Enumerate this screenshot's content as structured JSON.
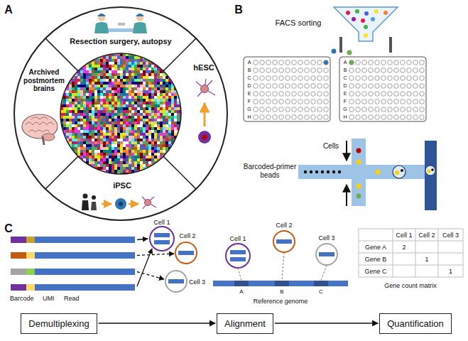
{
  "diagram": {
    "nodes": [
      {
        "text": [
          "Demultiplexing"
        ]
      },
      {
        "text": [
          "Alignment"
        ]
      },
      {
        "text": [
          "Quantification"
        ]
      }
    ],
    "edges": [
      {
        "from": 0,
        "to": 1,
        "arrow": "to"
      },
      {
        "from": 1,
        "to": 2,
        "arrow": "to"
      }
    ],
    "labels": [
      "A",
      "B",
      "C",
      "Resection surgery, autopsy",
      "hESC",
      "iPSC",
      "Archived postmortem brains",
      "FACS sorting",
      "A",
      "B",
      "C",
      "D",
      "E",
      "F",
      "G",
      "H",
      "A",
      "B",
      "C",
      "D",
      "E",
      "F",
      "G",
      "H",
      "Cells",
      "Barcoded-primer beads",
      "Barcode",
      "UMI",
      "Read",
      "Cell 1",
      "Cell 2",
      "Cell 3",
      "Cell 1",
      "Cell 2",
      "Cell 3",
      "A",
      "B",
      "C",
      "Reference genome",
      "Cell 1",
      "Cell 2",
      "Cell 3",
      "Gene A",
      "2",
      "Gene B",
      "1",
      "Gene C",
      "1",
      "Gene count matrix"
    ]
  }
}
